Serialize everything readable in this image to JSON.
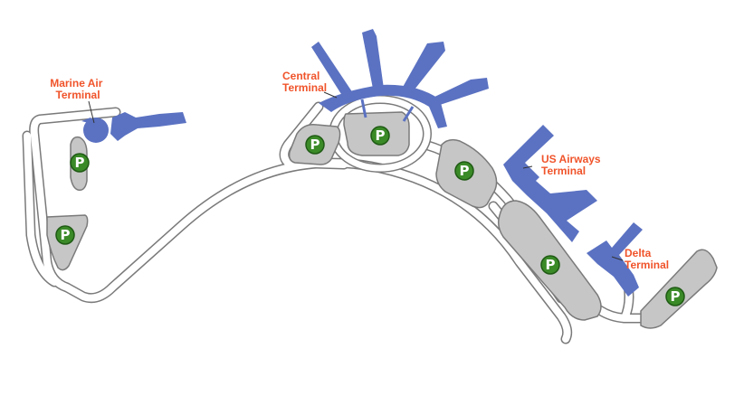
{
  "colors": {
    "terminal": "#5b72c2",
    "lot": "#c6c6c6",
    "road_edge": "#7a7a7a",
    "label": "#f0542b",
    "parking_badge": "#3a8a27"
  },
  "terminals": [
    {
      "id": "marine-air",
      "label_lines": [
        "Marine Air",
        "Terminal"
      ]
    },
    {
      "id": "central",
      "label_lines": [
        "Central",
        "Terminal"
      ]
    },
    {
      "id": "us-airways",
      "label_lines": [
        "US Airways",
        "Terminal"
      ]
    },
    {
      "id": "delta",
      "label_lines": [
        "Delta",
        "Terminal"
      ]
    }
  ],
  "parking": {
    "symbol": "P",
    "icon": "parking-icon",
    "lot_count": 7
  }
}
